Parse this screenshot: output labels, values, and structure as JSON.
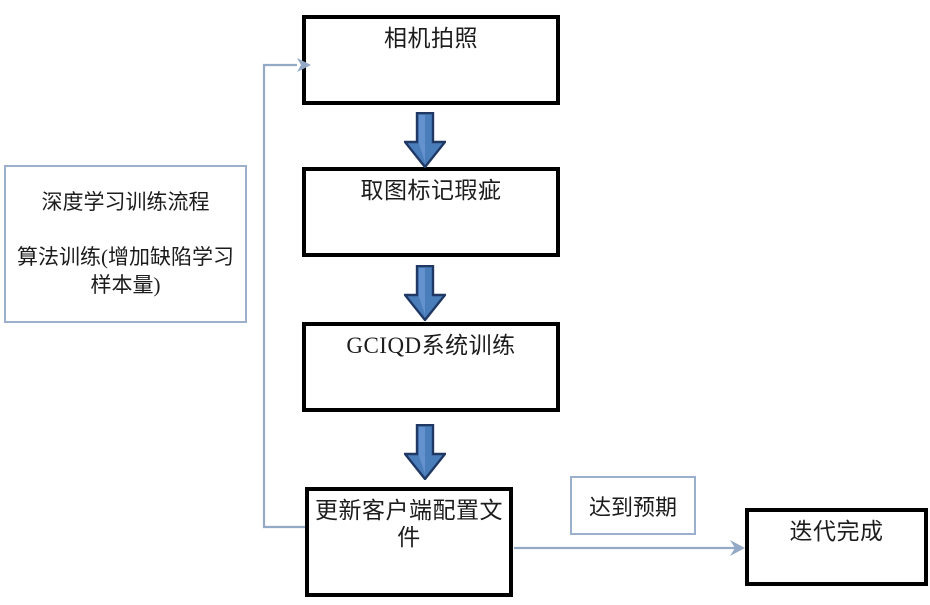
{
  "diagram": {
    "title_panel": {
      "line1": "深度学习训练流程",
      "line2": "算法训练(增加缺陷学习样本量)"
    },
    "nodes": [
      {
        "id": "camera-capture",
        "label": "相机拍照"
      },
      {
        "id": "mark-defects",
        "label": "取图标记瑕疵"
      },
      {
        "id": "gciqd-training",
        "label": "GCIQD系统训练"
      },
      {
        "id": "update-config",
        "label": "更新客户端配置文件"
      },
      {
        "id": "iteration-done",
        "label": "迭代完成"
      }
    ],
    "edge_labels": [
      {
        "id": "reach-expectation",
        "label": "达到预期"
      }
    ],
    "colors": {
      "box_border": "#000000",
      "note_border": "#9ab0cd",
      "arrow_fill": "#4a7ebb",
      "arrow_outline": "#1f3864",
      "connector": "#93a9c6",
      "text": "#1c1c1c",
      "background": "#ffffff"
    }
  }
}
